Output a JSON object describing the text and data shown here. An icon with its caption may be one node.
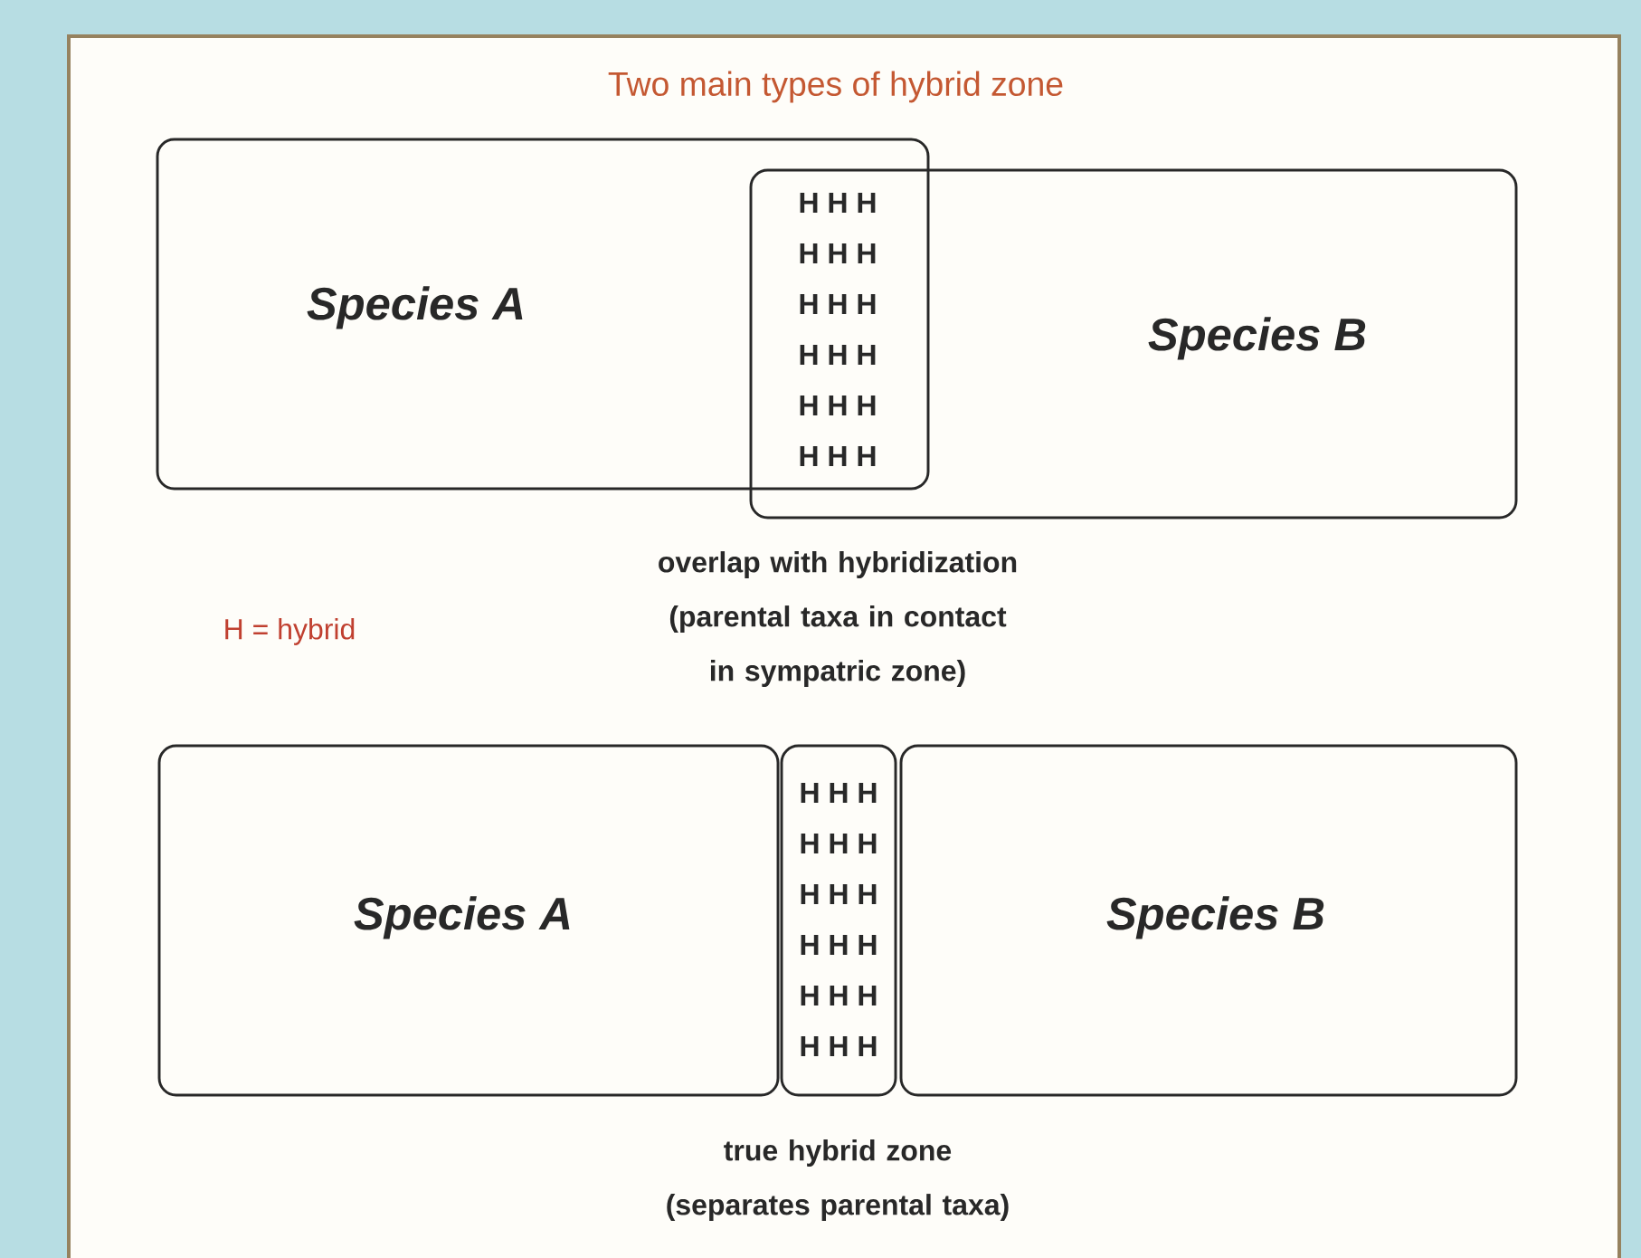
{
  "diagram": {
    "title": "Two main types of hybrid zone",
    "nodes": [
      {
        "text": [
          "Species A"
        ]
      },
      {
        "text": [
          "Species B"
        ]
      },
      {
        "text": [
          "Species A"
        ]
      },
      {
        "text": [
          "H H H",
          "H H H",
          "H H H",
          "H H H",
          "H H H",
          "H H H"
        ]
      },
      {
        "text": [
          "Species B"
        ]
      }
    ],
    "labels": [
      "H H H",
      "H H H",
      "H H H",
      "H H H",
      "H H H",
      "H H H",
      "overlap with hybridization (parental taxa in contact in sympatric zone)",
      "H = hybrid",
      "true hybrid zone (separates parental taxa)"
    ]
  }
}
